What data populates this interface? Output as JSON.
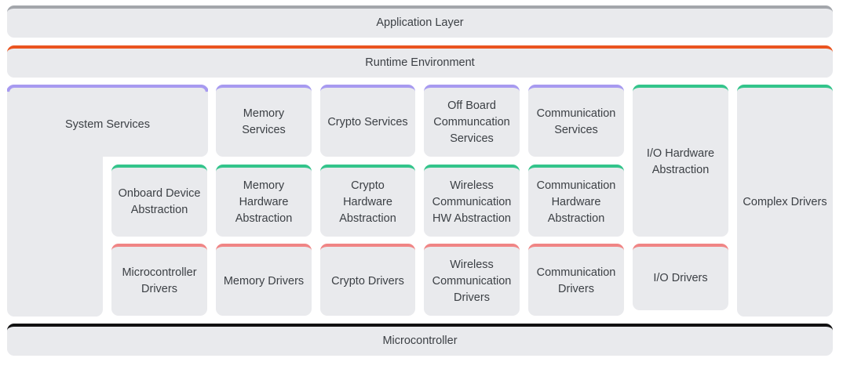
{
  "layers": {
    "application": "Application Layer",
    "runtime": "Runtime Environment",
    "microcontroller": "Microcontroller"
  },
  "services": {
    "system": "System Services",
    "memory": "Memory\nServices",
    "crypto": "Crypto Services",
    "offboard": "Off Board\nCommuncation\nServices",
    "communication": "Communication\nServices"
  },
  "ecu_abstraction": {
    "io_hw": "I/O Hardware\nAbstraction",
    "complex_drivers": "Complex Drivers"
  },
  "hw_abstraction": {
    "onboard": "Onboard Device\nAbstraction",
    "memory": "Memory\nHardware\nAbstraction",
    "crypto": "Crypto\nHardware\nAbstraction",
    "wireless": "Wireless\nCommunication\nHW Abstraction",
    "communication": "Communication\nHardware\nAbstraction"
  },
  "drivers": {
    "microcontroller": "Microcontroller\nDrivers",
    "memory": "Memory Drivers",
    "crypto": "Crypto Drivers",
    "wireless": "Wireless\nCommunication\nDrivers",
    "communication": "Communication\nDrivers",
    "io": "I/O Drivers"
  },
  "colors": {
    "application": "#a3a6ab",
    "runtime": "#ea5420",
    "services": "#a79af0",
    "abstraction": "#33c48b",
    "drivers": "#f08585",
    "microcontroller": "#111111",
    "block_fill": "#e9eaed"
  }
}
